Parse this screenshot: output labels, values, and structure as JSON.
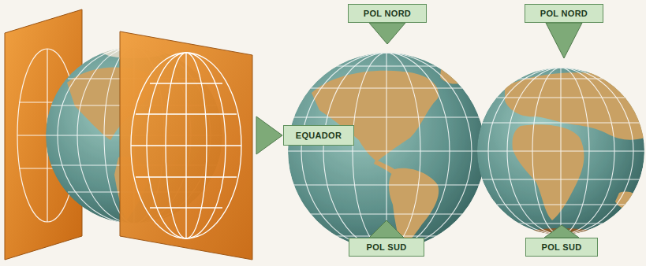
{
  "diagram": {
    "nodes": [
      {
        "text": [
          "POL NORD"
        ]
      },
      {
        "text": [
          "POL NORD"
        ]
      },
      {
        "text": [
          "EQUADOR"
        ]
      },
      {
        "text": [
          "POL SUD"
        ]
      },
      {
        "text": [
          "POL SUD"
        ]
      }
    ]
  }
}
